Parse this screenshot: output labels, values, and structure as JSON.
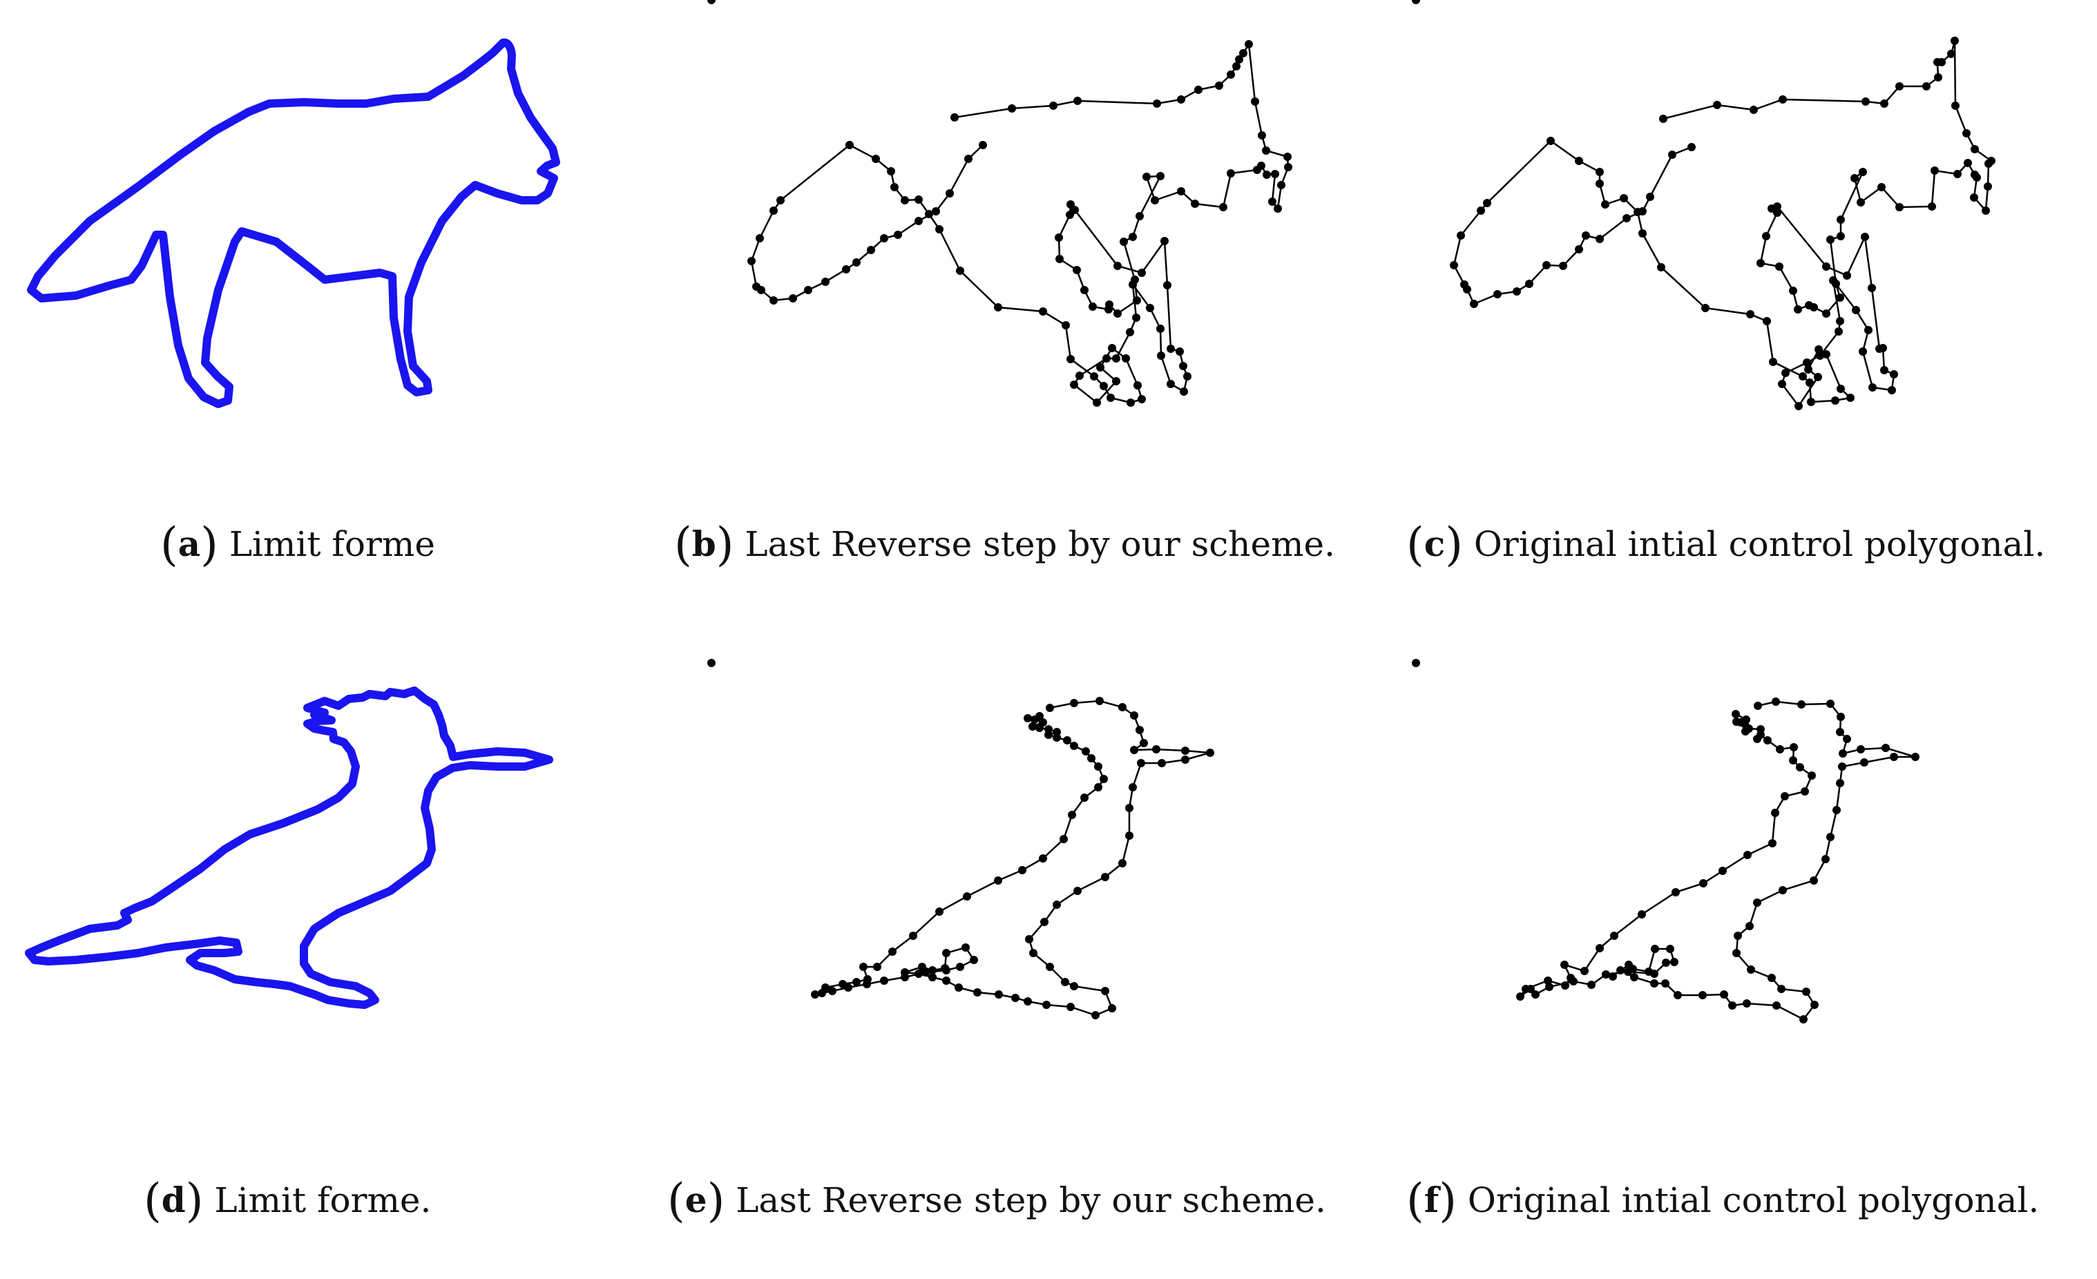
{
  "figure": {
    "colors": {
      "limit_curve": "#1a14ef",
      "polygon": "#000000",
      "background": "#ffffff"
    },
    "panels": [
      {
        "id": "a",
        "label": "a",
        "caption": "Limit forme",
        "shape": "fox",
        "style": "limit-curve"
      },
      {
        "id": "b",
        "label": "b",
        "caption": "Last Reverse step by our scheme.",
        "shape": "fox",
        "style": "control-polygon"
      },
      {
        "id": "c",
        "label": "c",
        "caption": "Original intial control polygonal.",
        "shape": "fox",
        "style": "control-polygon"
      },
      {
        "id": "d",
        "label": "d",
        "caption": "Limit forme.",
        "shape": "bird",
        "style": "limit-curve"
      },
      {
        "id": "e",
        "label": "e",
        "caption": "Last Reverse step by our scheme.",
        "shape": "bird",
        "style": "control-polygon"
      },
      {
        "id": "f",
        "label": "f",
        "caption": "Original intial control polygonal.",
        "shape": "bird",
        "style": "control-polygon"
      }
    ]
  }
}
